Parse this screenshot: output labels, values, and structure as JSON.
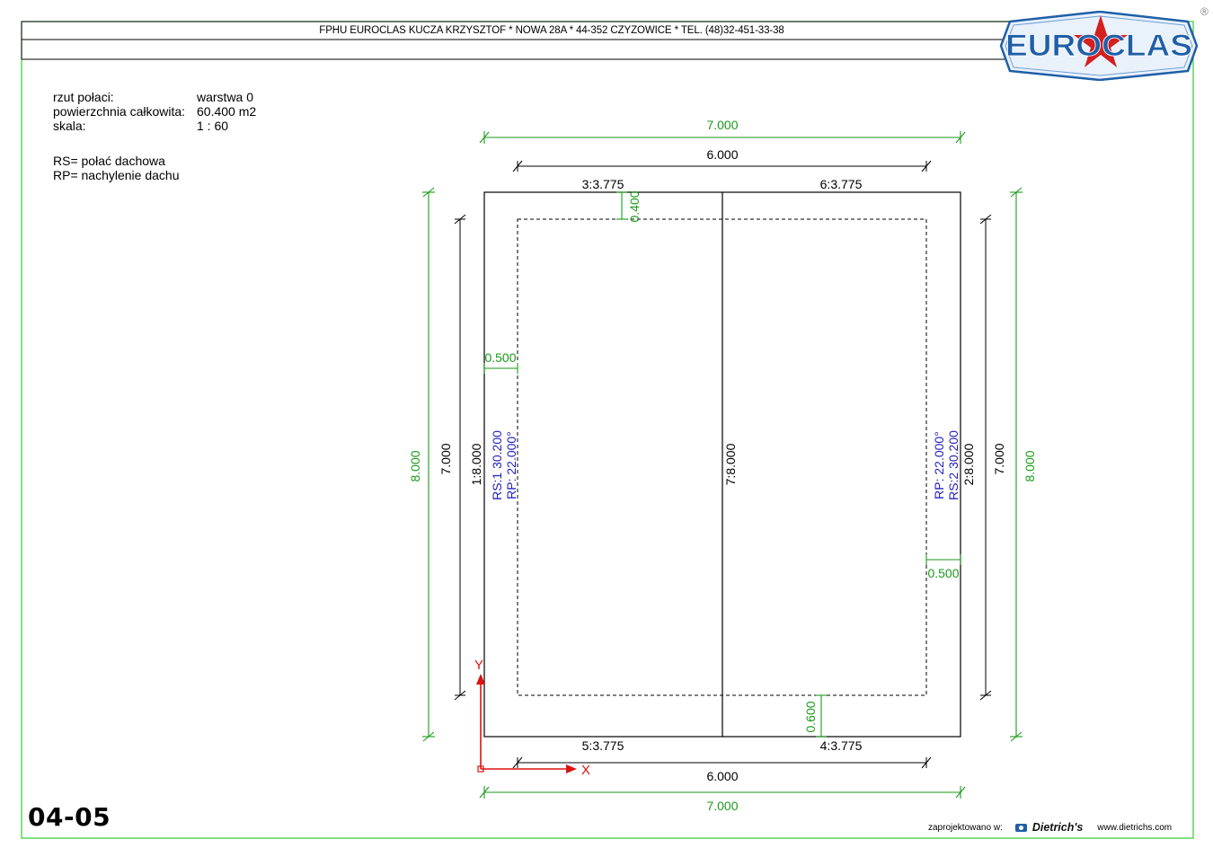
{
  "title_block": {
    "company_line": "FPHU EUROCLAS KUCZA KRZYSZTOF * NOWA 28A * 44-352 CZYZOWICE * TEL. (48)32-451-33-38",
    "logo_text": "EUROCLAS",
    "registered_mark": "®"
  },
  "info": {
    "rows": [
      {
        "label": "rzut połaci:",
        "value": "warstwa 0"
      },
      {
        "label": "powierzchnia całkowita:",
        "value": "60.400 m2"
      },
      {
        "label": "skala:",
        "value": "1 : 60"
      }
    ],
    "legend": [
      "RS= połać dachowa",
      "RP= nachylenie dachu"
    ]
  },
  "sheet_number": "04-05",
  "footer": {
    "designed_in": "zaprojektowano w:",
    "brand": "Dietrich's",
    "website": "www.dietrichs.com"
  },
  "drawing": {
    "dims": {
      "top_green": "7.000",
      "top_black": "6.000",
      "bottom_black": "6.000",
      "bottom_green": "7.000",
      "left_green": "8.000",
      "left_black": "7.000",
      "right_black": "7.000",
      "right_green": "8.000",
      "overhang_top": "0.400",
      "overhang_left": "0.500",
      "overhang_right": "0.500",
      "overhang_bottom": "0.600"
    },
    "edges": {
      "top_left": "3:3.775",
      "top_right": "6:3.775",
      "bottom_left": "5:3.775",
      "bottom_right": "4:3.775",
      "left": "1:8.000",
      "ridge": "7:8.000",
      "right": "2:8.000"
    },
    "slopes": [
      {
        "rs": "RS:1   30.200",
        "rp": "RP:   22.000°"
      },
      {
        "rs": "RS:2   30.200",
        "rp": "RP:   22.000°"
      }
    ],
    "axes": {
      "x": "X",
      "y": "Y"
    }
  },
  "colors": {
    "frame": "#33cc33",
    "dimension_green": "#1a9a1a",
    "slope_blue": "#2222bb",
    "axis_red": "#dd1111",
    "logo_blue": "#1f5fa8",
    "logo_red": "#d42020"
  }
}
